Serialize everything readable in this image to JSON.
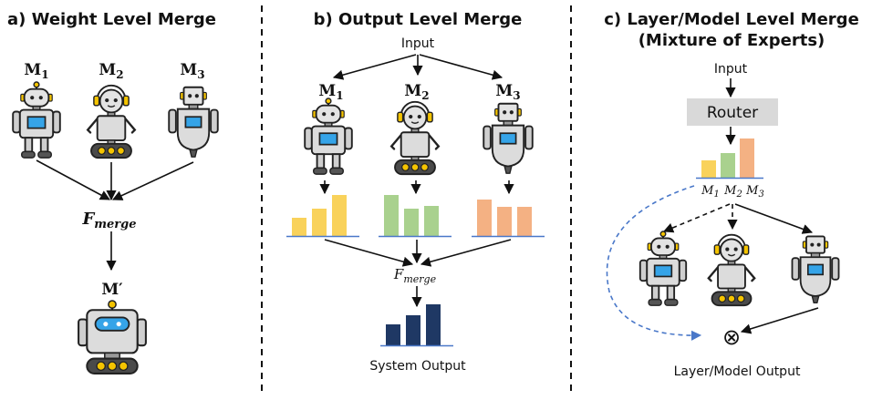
{
  "panels": {
    "a": {
      "title": "a) Weight Level Merge",
      "models": [
        {
          "base": "M",
          "sub": "1"
        },
        {
          "base": "M",
          "sub": "2"
        },
        {
          "base": "M",
          "sub": "3"
        }
      ],
      "merge_base": "F",
      "merge_sub": "merge",
      "result": "M′"
    },
    "b": {
      "title": "b) Output Level Merge",
      "input": "Input",
      "models": [
        {
          "base": "M",
          "sub": "1"
        },
        {
          "base": "M",
          "sub": "2"
        },
        {
          "base": "M",
          "sub": "3"
        }
      ],
      "merge_base": "F",
      "merge_sub": "merge",
      "output": "System Output"
    },
    "c": {
      "title_line1": "c) Layer/Model Level Merge",
      "title_line2": "(Mixture of Experts)",
      "input": "Input",
      "router": "Router",
      "weights": [
        {
          "base": "M",
          "sub": "1"
        },
        {
          "base": "M",
          "sub": "2"
        },
        {
          "base": "M",
          "sub": "3"
        }
      ],
      "combine_symbol": "⊗",
      "output": "Layer/Model Output"
    }
  },
  "chart_data": [
    {
      "type": "bar",
      "name": "M1 output",
      "values": [
        2,
        3,
        4.5
      ],
      "color": "#f9d25b"
    },
    {
      "type": "bar",
      "name": "M2 output",
      "values": [
        4.5,
        3,
        3.3
      ],
      "color": "#a9d18e"
    },
    {
      "type": "bar",
      "name": "M3 output",
      "values": [
        4,
        3.2,
        3.2
      ],
      "color": "#f4b183"
    },
    {
      "type": "bar",
      "name": "system output",
      "values": [
        2.3,
        3.3,
        4.5
      ],
      "color": "#1f3864"
    },
    {
      "type": "bar",
      "name": "router weights",
      "values": [
        1.9,
        2.7,
        4.3
      ],
      "colors": [
        "#f9d25b",
        "#a9d18e",
        "#f4b183"
      ]
    }
  ]
}
